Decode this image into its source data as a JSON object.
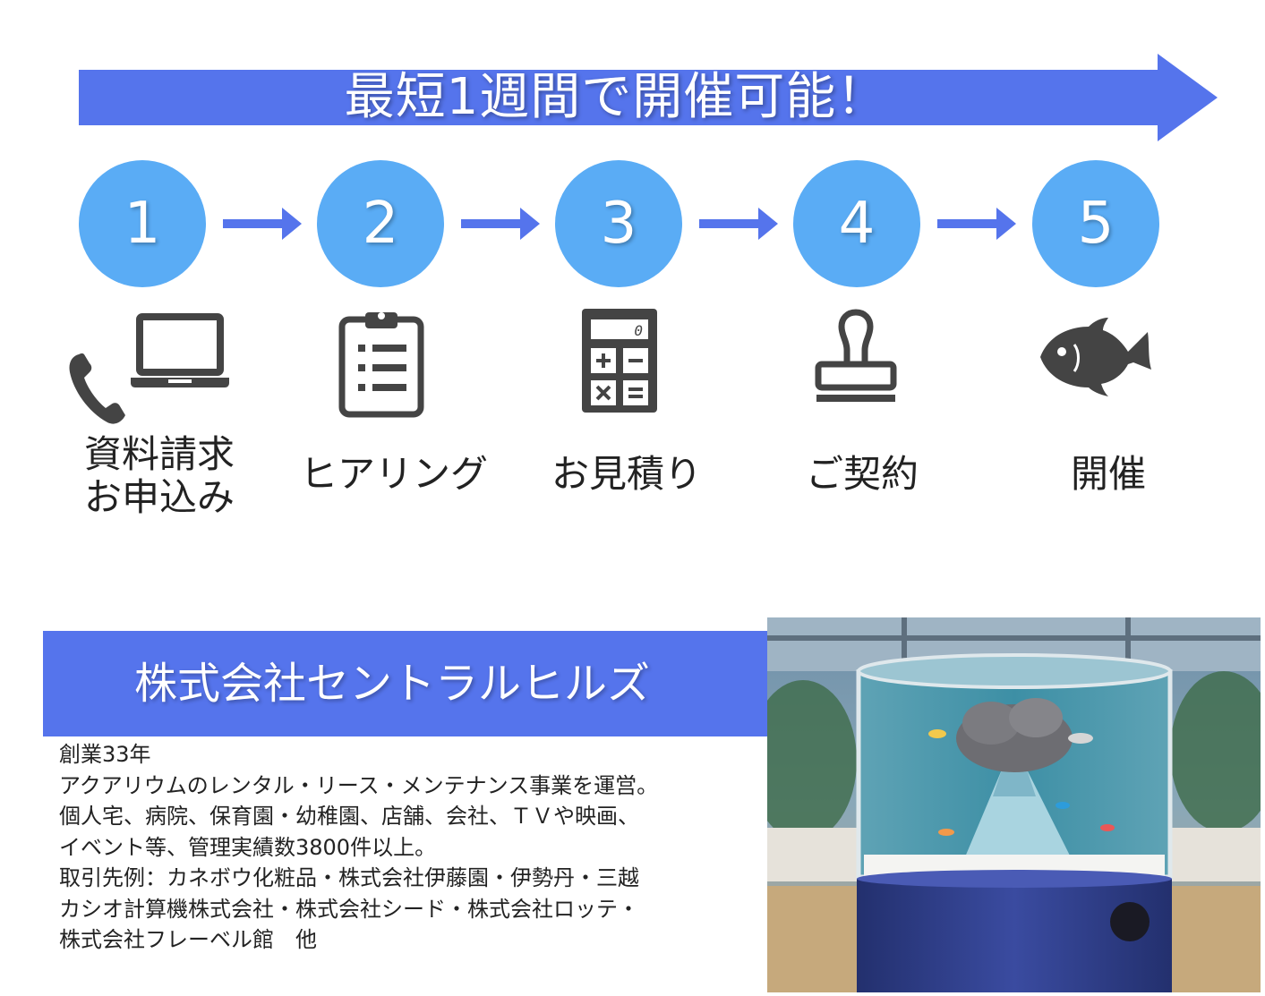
{
  "banner": {
    "text": "最短1週間で開催可能！",
    "color": "#5574ec"
  },
  "steps": [
    {
      "number": "1",
      "label_line1": "資料請求",
      "label_line2": "お申込み",
      "icons": [
        "phone-icon",
        "laptop-icon"
      ]
    },
    {
      "number": "2",
      "label_line1": "ヒアリング",
      "icons": [
        "clipboard-icon"
      ]
    },
    {
      "number": "3",
      "label_line1": "お見積り",
      "icons": [
        "calculator-icon"
      ],
      "calculator_display": "0"
    },
    {
      "number": "4",
      "label_line1": "ご契約",
      "icons": [
        "stamp-icon"
      ]
    },
    {
      "number": "5",
      "label_line1": "開催",
      "icons": [
        "fish-icon"
      ]
    }
  ],
  "colors": {
    "circle": "#5aacf5",
    "arrow": "#5574ec",
    "icon": "#444444"
  },
  "company": {
    "name": "株式会社セントラルヒルズ",
    "lines": [
      "創業33年",
      "アクアリウムのレンタル・リース・メンテナンス事業を運営。",
      "個人宅、病院、保育園・幼稚園、店舗、会社、ＴＶや映画、",
      "イベント等、管理実績数3800件以上。",
      "取引先例：カネボウ化粧品・株式会社伊藤園・伊勢丹・三越",
      "カシオ計算機株式会社・株式会社シード・株式会社ロッテ・",
      "株式会社フレーベル館　他"
    ]
  }
}
